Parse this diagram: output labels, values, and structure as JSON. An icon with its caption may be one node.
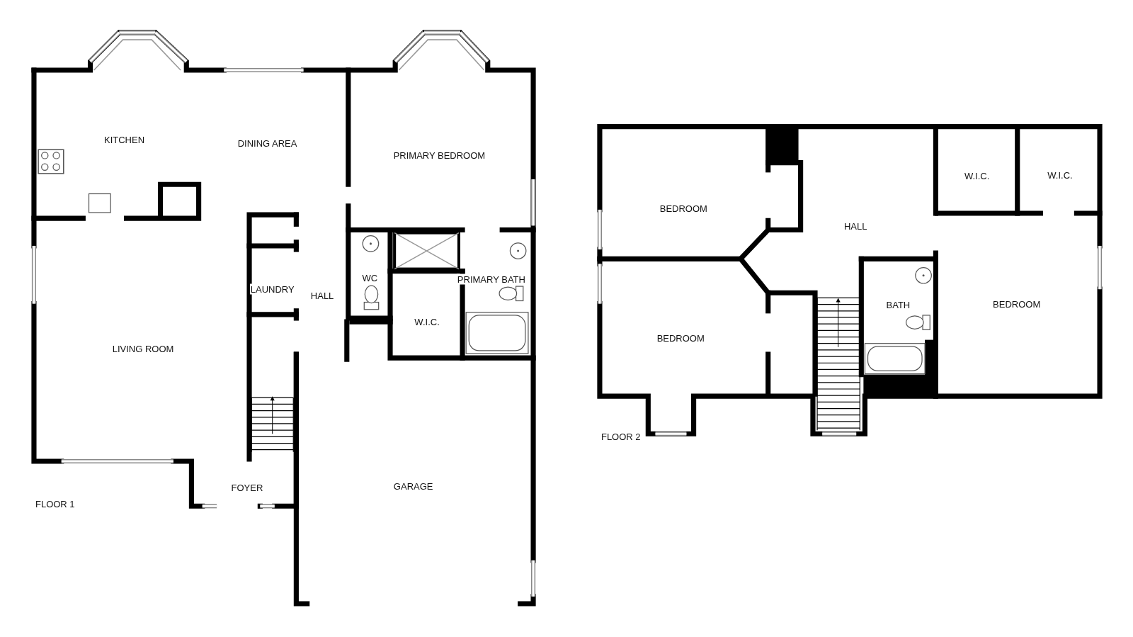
{
  "diagram": {
    "labels": [
      "KITCHEN",
      "DINING AREA",
      "PRIMARY BEDROOM",
      "WC",
      "PRIMARY BATH",
      "LAUNDRY",
      "HALL",
      "W.I.C.",
      "LIVING ROOM",
      "GARAGE",
      "FOYER",
      "FLOOR 1",
      "W.I.C.",
      "W.I.C.",
      "BEDROOM",
      "HALL",
      "BEDROOM",
      "BATH",
      "BEDROOM",
      "FLOOR 2"
    ]
  }
}
